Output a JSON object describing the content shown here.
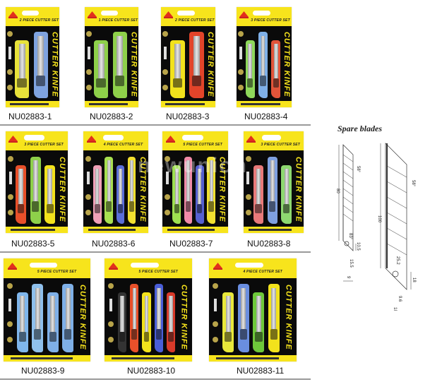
{
  "brand_text": "CUTTER KINFE",
  "colors": {
    "card_yellow": "#f7e41c",
    "card_black": "#0a0a0a",
    "brand_text": "#f7e41c"
  },
  "products": [
    {
      "code": "NU02883-1",
      "header": "2 PIECE CUTTER SET",
      "knives": [
        "#e8e23a",
        "#7fa3e0"
      ]
    },
    {
      "code": "NU02883-2",
      "header": "1 PIECE CUTTER SET",
      "knives": [
        "#8ed04a",
        "#8ed04a"
      ]
    },
    {
      "code": "NU02883-3",
      "header": "2 PIECE CUTTER SET",
      "knives": [
        "#f2e21c",
        "#e2442a"
      ]
    },
    {
      "code": "NU02883-4",
      "header": "3 PIECE CUTTER SET",
      "knives": [
        "#8ed85a",
        "#7fb0e8",
        "#e2543a"
      ]
    },
    {
      "code": "NU02883-5",
      "header": "3 PIECE CUTTER SET",
      "knives": [
        "#e8502a",
        "#8ed04a",
        "#f2e21c"
      ]
    },
    {
      "code": "NU02883-6",
      "header": "4 PIECE CUTTER SET",
      "knives": [
        "#f0a0b8",
        "#a8e050",
        "#5a6ed8",
        "#f2e030"
      ]
    },
    {
      "code": "NU02883-7",
      "header": "5 PIECE CUTTER SET",
      "knives": [
        "#9ee050",
        "#f08aa8",
        "#5560d0",
        "#f0e030"
      ]
    },
    {
      "code": "NU02883-8",
      "header": "3 PIECE CUTTER SET",
      "knives": [
        "#e87a7a",
        "#7fa0e0",
        "#8ed870"
      ]
    },
    {
      "code": "NU02883-9",
      "header": "5 PIECE CUTTER SET",
      "knives": [
        "#7fb6ec",
        "#8fc0ec",
        "#7fb0e8",
        "#7fb0e8"
      ]
    },
    {
      "code": "NU02883-10",
      "header": "5 PIECE CUTTER SET",
      "knives": [
        "#333333",
        "#e8502a",
        "#f2e21c",
        "#4a5ed8",
        "#d83a2a"
      ]
    },
    {
      "code": "NU02883-11",
      "header": "4 PIECE CUTTER SET",
      "knives": [
        "#e8e83a",
        "#6a8ee0",
        "#6ec83a",
        "#f2e21c"
      ]
    }
  ],
  "spare_blades": {
    "title": "Spare blades",
    "small": {
      "length": "80",
      "angle": "58°",
      "hole_angle": "83°",
      "dim_a": "10.5",
      "dim_b": "15.5",
      "width": "9"
    },
    "large": {
      "length": "100",
      "angle": "58°",
      "hole": "25.2",
      "dim_a": "18",
      "dim_b": "9.6",
      "width": "18"
    }
  },
  "watermark": "newunion"
}
